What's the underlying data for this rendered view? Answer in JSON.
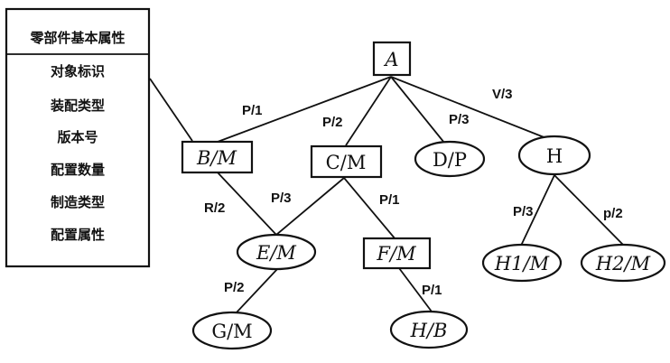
{
  "attribute_panel": {
    "title": "零部件基本属性",
    "items": [
      "对象标识",
      "装配类型",
      "版本号",
      "配置数量",
      "制造类型",
      "配置属性"
    ]
  },
  "nodes": {
    "A": "A",
    "BM": "B/M",
    "CM": "C/M",
    "DP": "D/P",
    "H": "H",
    "EM": "E/M",
    "FM": "F/M",
    "H1M": "H1/M",
    "H2M": "H2/M",
    "GM": "G/M",
    "HB": "H/B"
  },
  "edges": {
    "A_BM": "P/1",
    "A_CM": "P/2",
    "A_DP": "P/3",
    "A_H": "V/3",
    "BM_EM": "R/2",
    "CM_EM": "P/3",
    "CM_FM": "P/1",
    "H_H1M": "P/3",
    "H_H2M": "p/2",
    "EM_GM": "P/2",
    "FM_HB": "P/1"
  }
}
